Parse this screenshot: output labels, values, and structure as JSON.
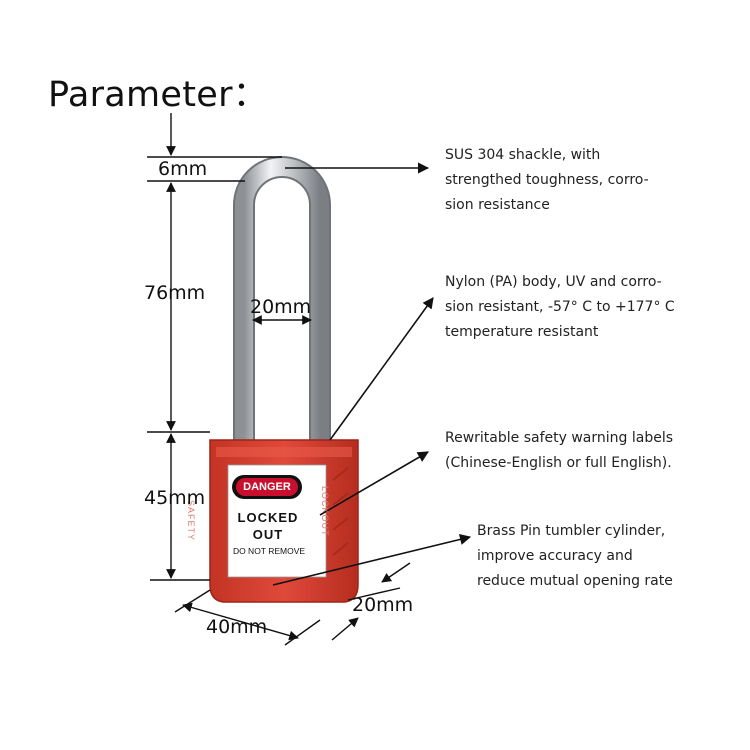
{
  "title": "Parameter：",
  "dimensions": {
    "shackle_diameter": "6mm",
    "shackle_height": "76mm",
    "shackle_width": "20mm",
    "body_height": "45mm",
    "body_width": "40mm",
    "body_depth": "20mm"
  },
  "notes": {
    "shackle": [
      "SUS 304 shackle, with",
      "strengthed toughness, corro-",
      "sion resistance"
    ],
    "body": [
      "Nylon (PA) body, UV and corro-",
      "sion resistant, -57° C to +177° C",
      "temperature resistant"
    ],
    "labels": [
      "Rewritable safety warning labels",
      "(Chinese-English or full English)."
    ],
    "cylinder": [
      "Brass Pin tumbler cylinder,",
      "improve accuracy and",
      "reduce mutual opening rate"
    ]
  },
  "lock_label": {
    "danger": "DANGER",
    "line1": "LOCKED",
    "line2": "OUT",
    "line3": "DO NOT REMOVE",
    "side_left": "SAFETY",
    "side_right": "LOCKOUT"
  },
  "colors": {
    "lock_body": "#d8402e",
    "lock_body_dark": "#b02a1c",
    "danger_red": "#c8102e",
    "shackle_steel": "#c9ccd0"
  }
}
